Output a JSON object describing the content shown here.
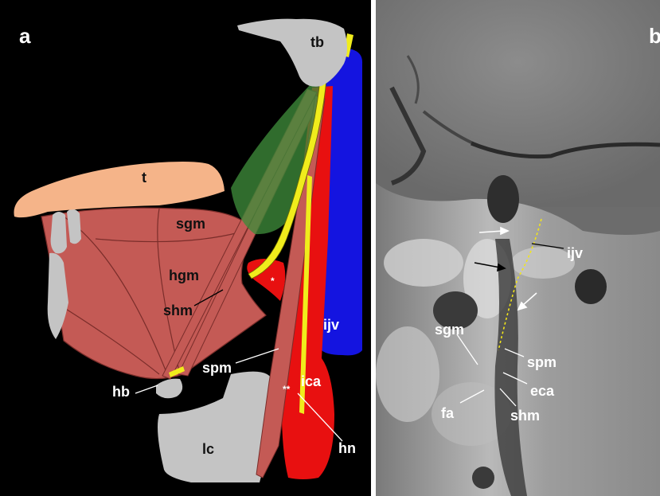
{
  "panel_a": {
    "letter": "a",
    "labels": {
      "t": "t",
      "tb": "tb",
      "sgm": "sgm",
      "hgm": "hgm",
      "shm": "shm",
      "spm": "spm",
      "hb": "hb",
      "lc": "lc",
      "ijv": "ijv",
      "ica": "ica",
      "hn": "hn",
      "star_single": "*",
      "star_double": "**"
    },
    "colors": {
      "background": "#000000",
      "muscle": "#c45a55",
      "tongue": "#f5b489",
      "bone": "#c4c4c4",
      "vein": "#1414e0",
      "artery": "#e81010",
      "nerve": "#f0ec1c",
      "overlay": "#3d8a3a"
    }
  },
  "panel_b": {
    "letter": "b",
    "labels": {
      "ijv": "ijv",
      "sgm": "sgm",
      "spm": "spm",
      "eca": "eca",
      "fa": "fa",
      "shm": "shm"
    }
  }
}
